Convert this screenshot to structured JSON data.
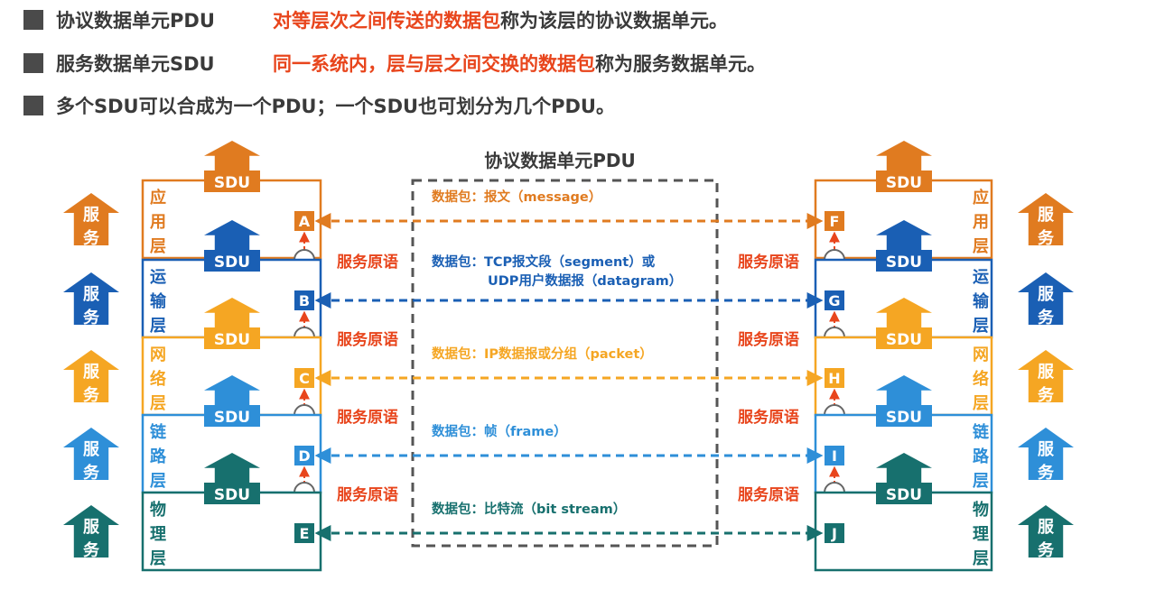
{
  "bullets": [
    {
      "term": "协议数据单元PDU",
      "highlight": "对等层次之间传送的数据包",
      "rest": "称为该层的协议数据单元。"
    },
    {
      "term": "服务数据单元SDU",
      "highlight": "同一系统内，层与层之间交换的数据包",
      "rest": "称为服务数据单元。"
    },
    {
      "text": "多个SDU可以合成为一个PDU；一个SDU也可划分为几个PDU。"
    }
  ],
  "diagram": {
    "pdu_title": "协议数据单元PDU",
    "service_label": "服务",
    "sdu_label": "SDU",
    "primitive_label": "服务原语",
    "layers": [
      {
        "name": "应用层",
        "color": "#e07b20",
        "left_node": "A",
        "right_node": "F",
        "packet_text": "数据包：报文（message）"
      },
      {
        "name": "运输层",
        "color": "#1a5fb4",
        "left_node": "B",
        "right_node": "G",
        "packet_text": "数据包：TCP报文段（segment）或",
        "packet_text2": "UDP用户数据报（datagram）"
      },
      {
        "name": "网络层",
        "color": "#f5a623",
        "left_node": "C",
        "right_node": "H",
        "packet_text": "数据包：IP数据报或分组（packet）"
      },
      {
        "name": "链路层",
        "color": "#2e8fd8",
        "left_node": "D",
        "right_node": "I",
        "packet_text": "数据包：帧（frame）"
      },
      {
        "name": "物理层",
        "color": "#17706e",
        "left_node": "E",
        "right_node": "J",
        "packet_text": "数据包：比特流（bit stream）"
      }
    ],
    "colors": {
      "primitive": "#e8451c",
      "dashed_box": "#555555",
      "title": "#3a3a3a"
    }
  }
}
